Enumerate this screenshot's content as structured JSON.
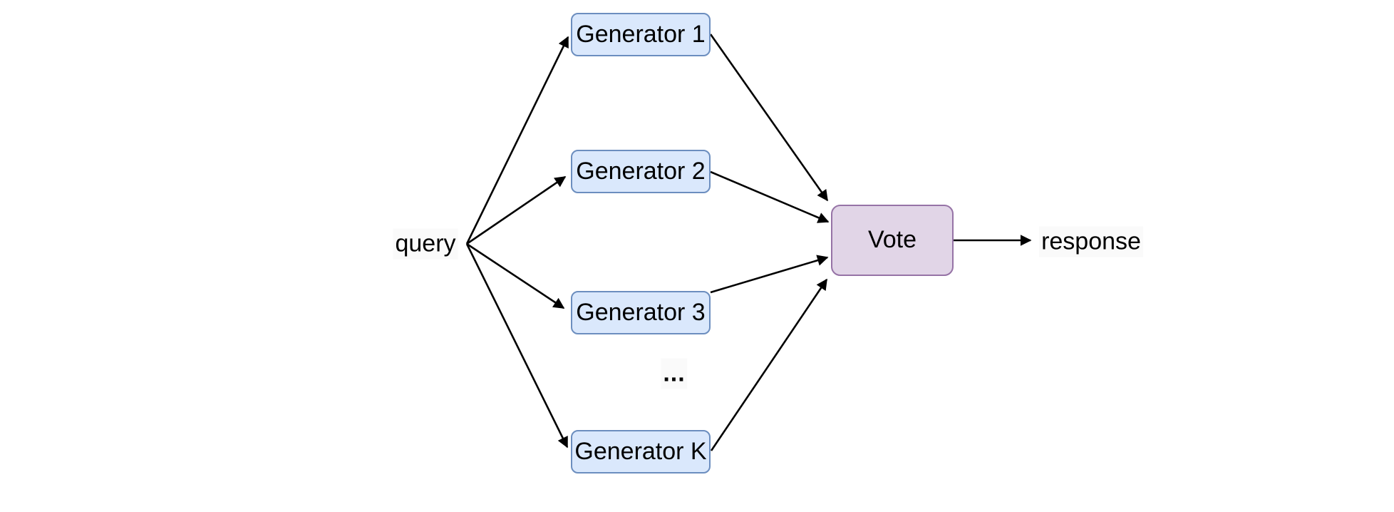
{
  "diagram": {
    "type": "flowchart",
    "query_label": "query",
    "generators": [
      {
        "label": "Generator 1"
      },
      {
        "label": "Generator 2"
      },
      {
        "label": "Generator 3"
      },
      {
        "label": "Generator K"
      }
    ],
    "ellipsis_label": "...",
    "vote_label": "Vote",
    "response_label": "response",
    "edges": [
      {
        "from": "query",
        "to": "Generator 1"
      },
      {
        "from": "query",
        "to": "Generator 2"
      },
      {
        "from": "query",
        "to": "Generator 3"
      },
      {
        "from": "query",
        "to": "Generator K"
      },
      {
        "from": "Generator 1",
        "to": "Vote"
      },
      {
        "from": "Generator 2",
        "to": "Vote"
      },
      {
        "from": "Generator 3",
        "to": "Vote"
      },
      {
        "from": "Generator K",
        "to": "Vote"
      },
      {
        "from": "Vote",
        "to": "response"
      }
    ],
    "colors": {
      "generator_fill": "#dae8fc",
      "generator_border": "#6c8ebf",
      "vote_fill": "#e1d5e7",
      "vote_border": "#9673a6",
      "edge_color": "#000000",
      "text_color": "#000000",
      "background": "#ffffff"
    }
  }
}
